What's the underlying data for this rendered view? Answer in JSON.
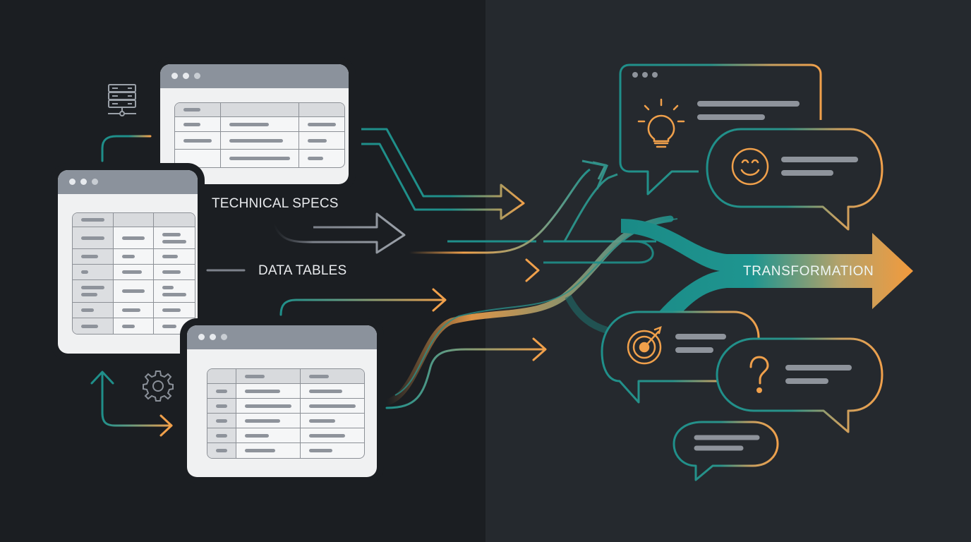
{
  "labels": {
    "technical_specs": "TECHNICAL SPECS",
    "data_tables": "DATA TABLES",
    "transformation": "TRANSFORMATION"
  },
  "colors": {
    "background_left": "#1b1e22",
    "background_right": "#25292e",
    "teal": "#1f8f8a",
    "orange": "#f0a04b",
    "slate_arrow": "#8a8f99",
    "window_bar": "#8b929c",
    "window_body": "#f0f1f2",
    "text_line": "#8e939b"
  },
  "source_documents": [
    {
      "name": "spec-window-top",
      "columns": 3,
      "rows": 4
    },
    {
      "name": "table-window-left",
      "columns": 3,
      "rows": 7
    },
    {
      "name": "table-window-bottom",
      "columns": 3,
      "rows": 6
    }
  ],
  "decorative_icons": [
    "server-icon",
    "gear-icon",
    "corner-arrow-icon"
  ],
  "output_bubbles": [
    {
      "name": "insight-window",
      "icon": "lightbulb-icon",
      "lines": 2
    },
    {
      "name": "feedback-bubble",
      "icon": "smiley-icon",
      "lines": 2
    },
    {
      "name": "goal-bubble",
      "icon": "target-icon",
      "lines": 2
    },
    {
      "name": "question-bubble",
      "icon": "question-icon",
      "lines": 2
    },
    {
      "name": "reply-bubble",
      "icon": null,
      "lines": 2
    }
  ]
}
